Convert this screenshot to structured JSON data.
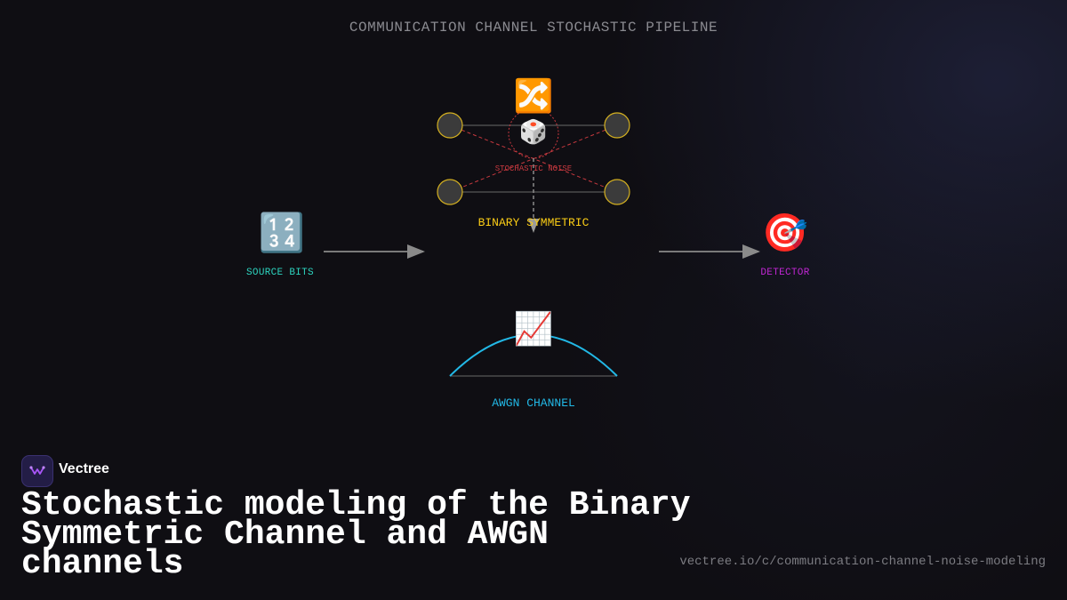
{
  "pipeline_title": "COMMUNICATION CHANNEL STOCHASTIC PIPELINE",
  "nodes": {
    "source": {
      "label": "SOURCE BITS",
      "icon": "🔢",
      "icon_name": "input-numbers-icon",
      "color": "#2dd4bf"
    },
    "detector": {
      "label": "DETECTOR",
      "icon": "🎯",
      "icon_name": "target-icon",
      "color": "#c026d3"
    }
  },
  "channels": {
    "bsc": {
      "label": "BINARY SYMMETRIC",
      "icon": "🔀",
      "icon_name": "shuffle-icon",
      "color": "#facc15"
    },
    "noise": {
      "label": "STOCHASTIC NOISE",
      "icon": "🎲",
      "icon_name": "dice-icon",
      "color": "#c8393f"
    },
    "awgn": {
      "label": "AWGN CHANNEL",
      "icon": "📈",
      "icon_name": "chart-increasing-icon",
      "color": "#22b8e6"
    }
  },
  "brand": {
    "name": "Vectree"
  },
  "headline": "Stochastic modeling of the Binary Symmetric Channel and AWGN channels",
  "url": "vectree.io/c/communication-channel-noise-modeling"
}
